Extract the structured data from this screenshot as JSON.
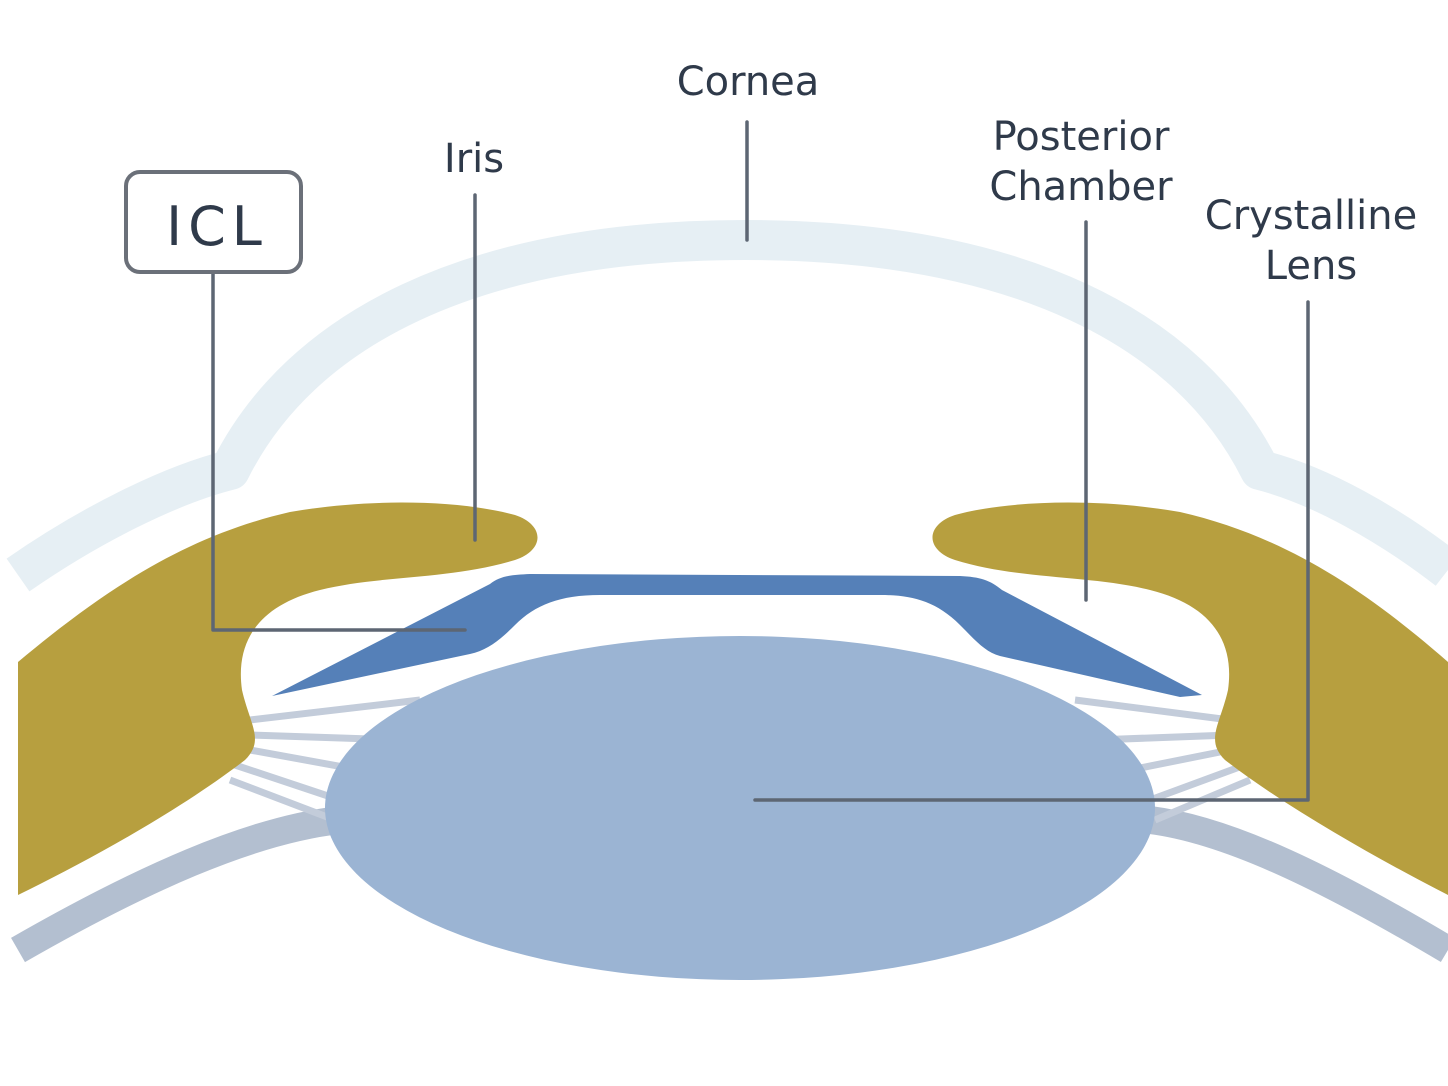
{
  "labels": {
    "cornea": "Cornea",
    "iris": "Iris",
    "icl": "ICL",
    "posterior_line1": "Posterior",
    "posterior_line2": "Chamber",
    "crystalline_line1": "Crystalline",
    "crystalline_line2": "Lens"
  },
  "colors": {
    "background": "#ffffff",
    "cornea": "#e6eff4",
    "iris": "#b79f3f",
    "icl": "#5580b8",
    "crystalline_lens": "#9bb4d3",
    "zonules": "#c3ccda",
    "leader_lines": "#5d6673",
    "label_text": "#2f3a4a",
    "icl_box_border": "#6b7079"
  }
}
